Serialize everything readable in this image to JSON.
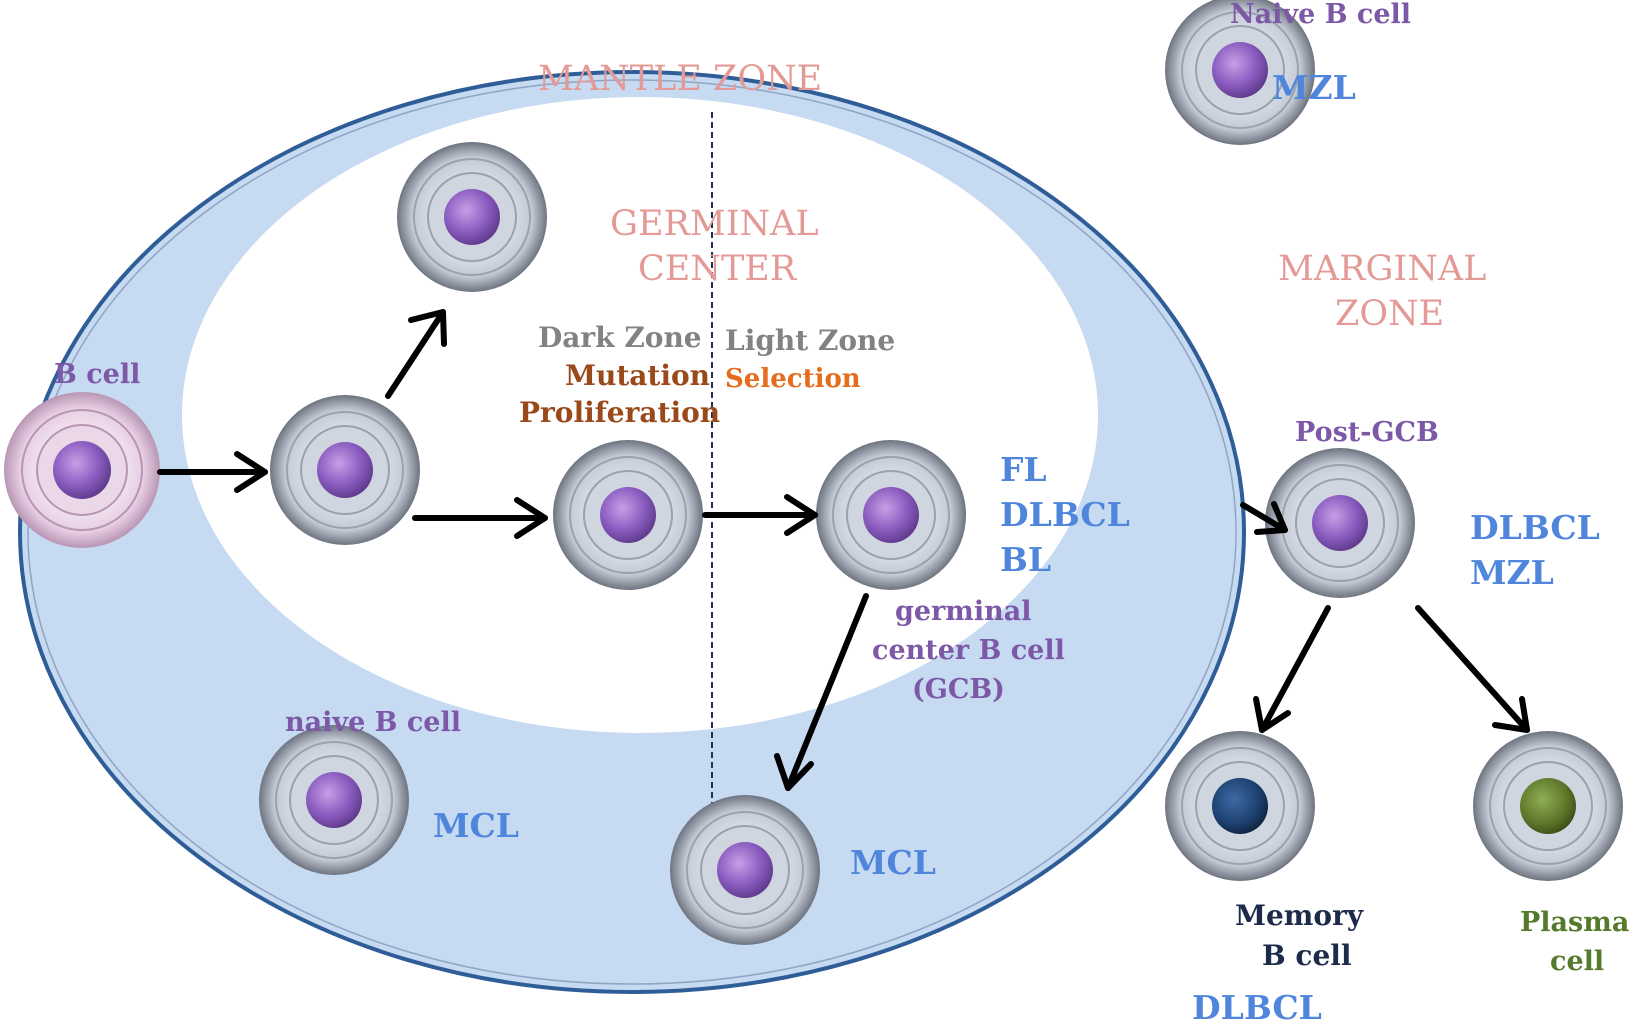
{
  "zones": {
    "mantle": "MANTLE ZONE",
    "germinal_line1": "GERMINAL",
    "germinal_line2": "CENTER",
    "marginal_line1": "MARGINAL",
    "marginal_line2": "ZONE"
  },
  "dark_zone": {
    "title": "Dark Zone",
    "line2": "Mutation",
    "line3": "Proliferation"
  },
  "light_zone": {
    "title": "Light Zone",
    "line2": "Selection"
  },
  "cells": {
    "b_cell": "B cell",
    "naive_top": "Naive B cell",
    "naive_mantle": "naive B cell",
    "gcb_line1": "germinal",
    "gcb_line2": "center B cell",
    "gcb_line3": "(GCB)",
    "post_gcb": "Post-GCB",
    "memory_line1": "Memory",
    "memory_line2": "B cell",
    "plasma_line1": "Plasma",
    "plasma_line2": "cell"
  },
  "lymphomas": {
    "mzl_top": "MZL",
    "fl": "FL",
    "dlbcl_gc": "DLBCL",
    "bl": "BL",
    "dlbcl_post": "DLBCL",
    "mzl_post": "MZL",
    "mcl_naive": "MCL",
    "mcl_bottom": "MCL",
    "dlbcl_memory": "DLBCL"
  },
  "colors": {
    "mantle_fill": "#c6daf2",
    "mantle_outline": "#2f5d97",
    "zone_label": "#e39a96",
    "lymphoma_label": "#4f86dc",
    "cell_label": "#7c58a6",
    "nucleus_default": "#8a5cc0",
    "nucleus_memory": "#1c3f6e",
    "nucleus_plasma": "#5a7428"
  }
}
